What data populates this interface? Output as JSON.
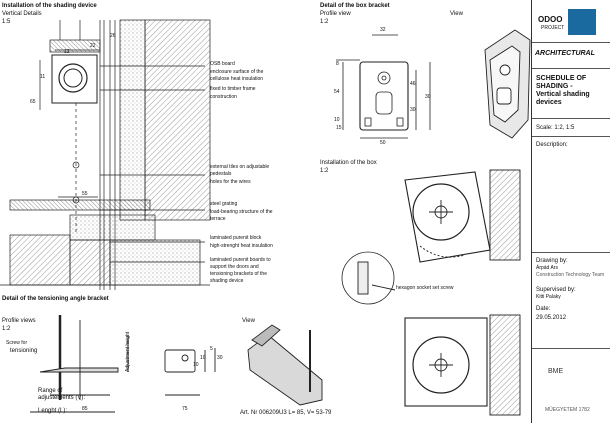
{
  "sections": {
    "shading_title": "Installation of the shading device",
    "vertical_details": "Vertical Details",
    "scale_a": "1:5",
    "bracket_title": "Detail of the box bracket",
    "profile_view": "Profile view",
    "view": "View",
    "scale_b": "1:2",
    "box_install": "Installation of the box",
    "scale_c": "1:2",
    "tension_title": "Detail of the tensioning angle bracket",
    "profile_views": "Profile views",
    "view_b": "View",
    "scale_d": "1:2"
  },
  "labels": {
    "osb": "OSB board",
    "enclosure": "enclosure surface of the",
    "cellulose": "cellulose heat insulation",
    "fixed": "fixed to timber frame",
    "construction": "construction",
    "tiles1": "external tiles on adjustable",
    "tiles2": "pedestals",
    "holes": "holes for the wires",
    "grating": "steel grating",
    "load1": "load-bearing structure of the",
    "load2": "terrace",
    "laminated1": "laminated purenit block",
    "highstrength": "high-strenght heat insulation",
    "lam2": "laminated purenit boards to",
    "lam3": "support the doors and",
    "lam4": "tensioning brackets of the",
    "lam5": "shading device",
    "hexagon": "hexagon socket set screw",
    "screw1": "Screw for",
    "screw2": "tensioning",
    "range1": "Range of",
    "range2": "adjustements (V):",
    "length": "Lenght (L):",
    "art": "Art. Nr 006209U3 L= 85, V= 53-79",
    "adjust_v": "Adjustment height"
  },
  "dims": {
    "d32": "32",
    "d54": "54",
    "d46": "46",
    "d50": "50",
    "d30a": "30",
    "d30b": "30",
    "d10": "10",
    "d8": "8",
    "d15": "15",
    "d55": "55",
    "d85": "85",
    "d75": "75",
    "d30c": "30",
    "d10b": "10",
    "d10c": "10",
    "d5": "5",
    "d12": "12",
    "d11": "11",
    "d65": "65",
    "d22": "22",
    "d26": "26"
  },
  "panel": {
    "brand": "ODOO",
    "brand_sub": "PROJECT",
    "discipline": "ARCHITECTURAL",
    "schedule1": "SCHEDULE OF",
    "schedule2": "SHADING -",
    "schedule3": "Vertical shading",
    "schedule4": "devices",
    "scale": "Scale: 1:2, 1:5",
    "description": "Description:",
    "drawing_by": "Drawing by:",
    "drawer": "Árpád Ars",
    "drawer_role": "Construction Technology Team",
    "supervised_by": "Supervised by:",
    "supervisor": "Kitti Palaky",
    "date_label": "Date:",
    "date": "29.05.2012",
    "university": "BME",
    "footer_mark": "MŰEGYETEM 1782"
  },
  "colors": {
    "accent": "#1a6aa0",
    "line": "#222222",
    "hatch": "#555555"
  }
}
